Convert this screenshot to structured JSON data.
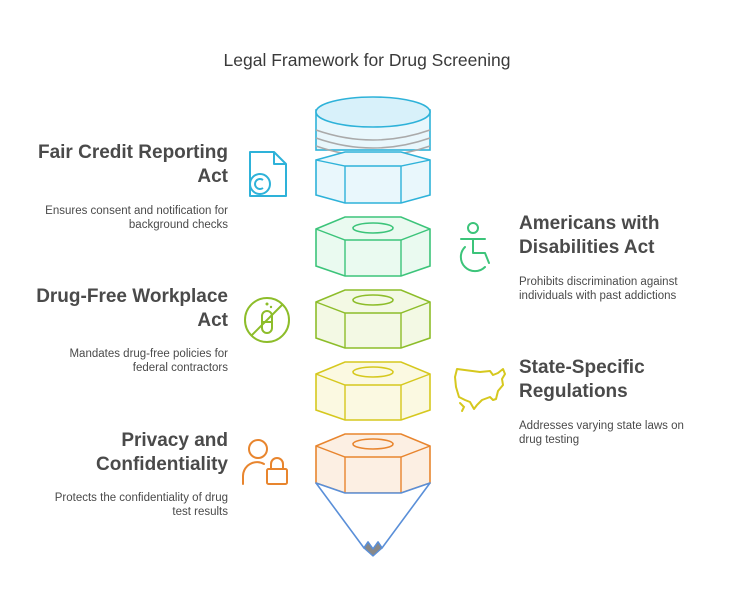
{
  "title": "Legal Framework for Drug Screening",
  "items": [
    {
      "heading_line1": "Fair Credit Reporting",
      "heading_line2": "Act",
      "desc_line1": "Ensures consent and notification for",
      "desc_line2": "background checks",
      "color": "#2eb2d9",
      "icon": "credit-document-icon"
    },
    {
      "heading_line1": "Americans with",
      "heading_line2": "Disabilities Act",
      "desc_line1": "Prohibits discrimination against",
      "desc_line2": "individuals with past addictions",
      "color": "#3cc47a",
      "icon": "accessibility-icon"
    },
    {
      "heading_line1": "Drug-Free Workplace",
      "heading_line2": "Act",
      "desc_line1": "Mandates drug-free policies for",
      "desc_line2": "federal contractors",
      "color": "#8dbd2a",
      "icon": "no-drugs-icon"
    },
    {
      "heading_line1": "State-Specific",
      "heading_line2": "Regulations",
      "desc_line1": "Addresses varying state laws on",
      "desc_line2": "drug testing",
      "color": "#d6c81e",
      "icon": "usa-map-icon"
    },
    {
      "heading_line1": "Privacy and",
      "heading_line2": "Confidentiality",
      "desc_line1": "Protects the confidentiality of drug",
      "desc_line2": "test results",
      "color": "#e8852e",
      "icon": "user-lock-icon"
    }
  ],
  "pencil_color": "#5a8fd8"
}
